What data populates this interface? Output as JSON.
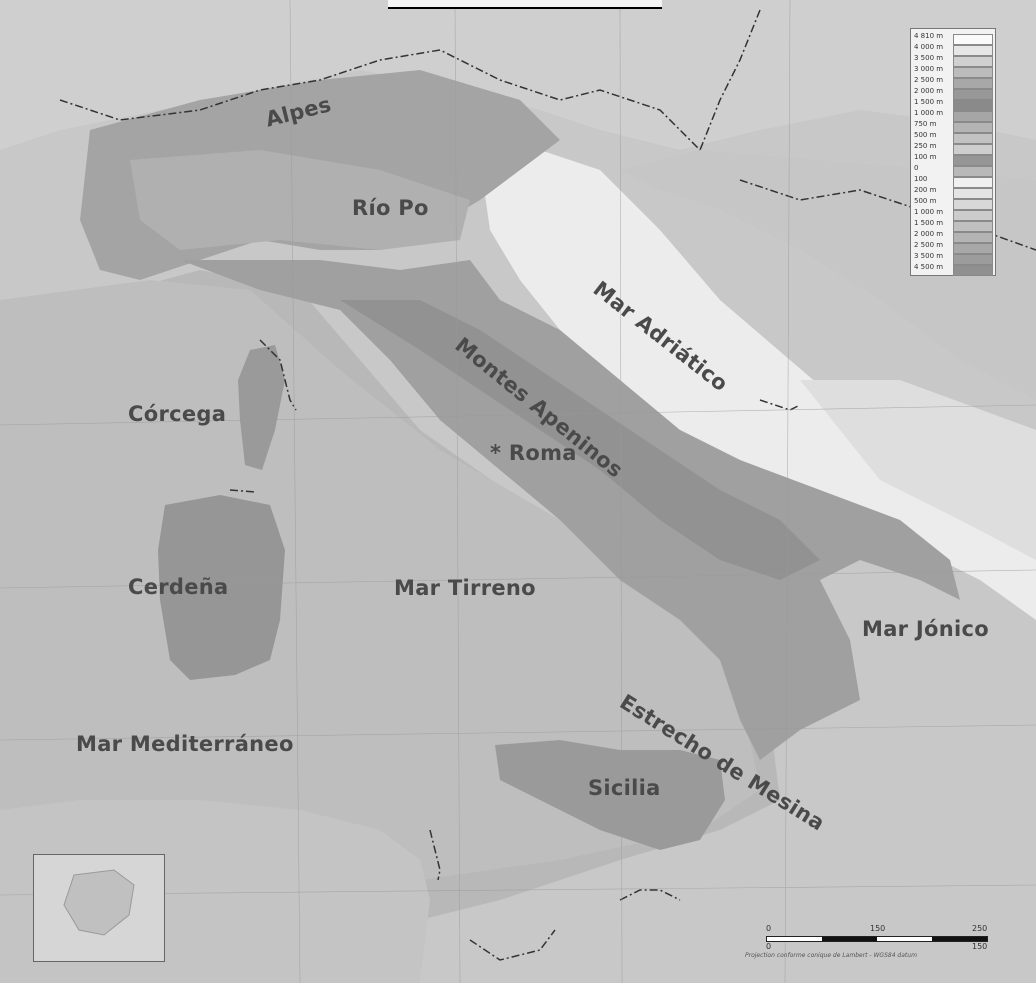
{
  "map": {
    "labels": [
      {
        "id": "alpes",
        "text": "Alpes"
      },
      {
        "id": "rio-po",
        "text": "Río Po"
      },
      {
        "id": "mar-adriatico",
        "text": "Mar Adriático"
      },
      {
        "id": "montes-apeninos",
        "text": "Montes Apeninos"
      },
      {
        "id": "corcega",
        "text": "Córcega"
      },
      {
        "id": "roma",
        "text": "* Roma"
      },
      {
        "id": "cerdena",
        "text": "Cerdeña"
      },
      {
        "id": "mar-tirreno",
        "text": "Mar Tirreno"
      },
      {
        "id": "mar-jonico",
        "text": "Mar Jónico"
      },
      {
        "id": "estrecho-de-mesina",
        "text": "Estrecho de Mesina"
      },
      {
        "id": "mar-mediterraneo",
        "text": "Mar Mediterráneo"
      },
      {
        "id": "sicilia",
        "text": "Sicilia"
      }
    ],
    "legend": {
      "rows": [
        {
          "label": "4 810 m",
          "color": "#fafafa"
        },
        {
          "label": "4 000 m",
          "color": "#e6e6e6"
        },
        {
          "label": "3 500 m",
          "color": "#d0d0d0"
        },
        {
          "label": "3 000 m",
          "color": "#bcbcbc"
        },
        {
          "label": "2 500 m",
          "color": "#a8a8a8"
        },
        {
          "label": "2 000 m",
          "color": "#989898"
        },
        {
          "label": "1 500 m",
          "color": "#8a8a8a"
        },
        {
          "label": "1 000 m",
          "color": "#a6a6a6"
        },
        {
          "label": "750 m",
          "color": "#b4b4b4"
        },
        {
          "label": "500 m",
          "color": "#c2c2c2"
        },
        {
          "label": "250 m",
          "color": "#cecece"
        },
        {
          "label": "100 m",
          "color": "#969696"
        },
        {
          "label": "0",
          "color": "#b8b8b8"
        },
        {
          "label": "100",
          "color": "#f0f0f0"
        },
        {
          "label": "200 m",
          "color": "#e4e4e4"
        },
        {
          "label": "500 m",
          "color": "#d8d8d8"
        },
        {
          "label": "1 000 m",
          "color": "#cccccc"
        },
        {
          "label": "1 500 m",
          "color": "#c0c0c0"
        },
        {
          "label": "2 000 m",
          "color": "#b4b4b4"
        },
        {
          "label": "2 500 m",
          "color": "#a8a8a8"
        },
        {
          "label": "3 500 m",
          "color": "#9c9c9c"
        },
        {
          "label": "4 500 m",
          "color": "#909090"
        }
      ]
    },
    "scale": {
      "ticks": [
        "0",
        "150",
        "250"
      ],
      "sub_ticks": [
        "0",
        "150"
      ],
      "caption": "Projection conforme conique de Lambert - WGS84 datum"
    }
  }
}
